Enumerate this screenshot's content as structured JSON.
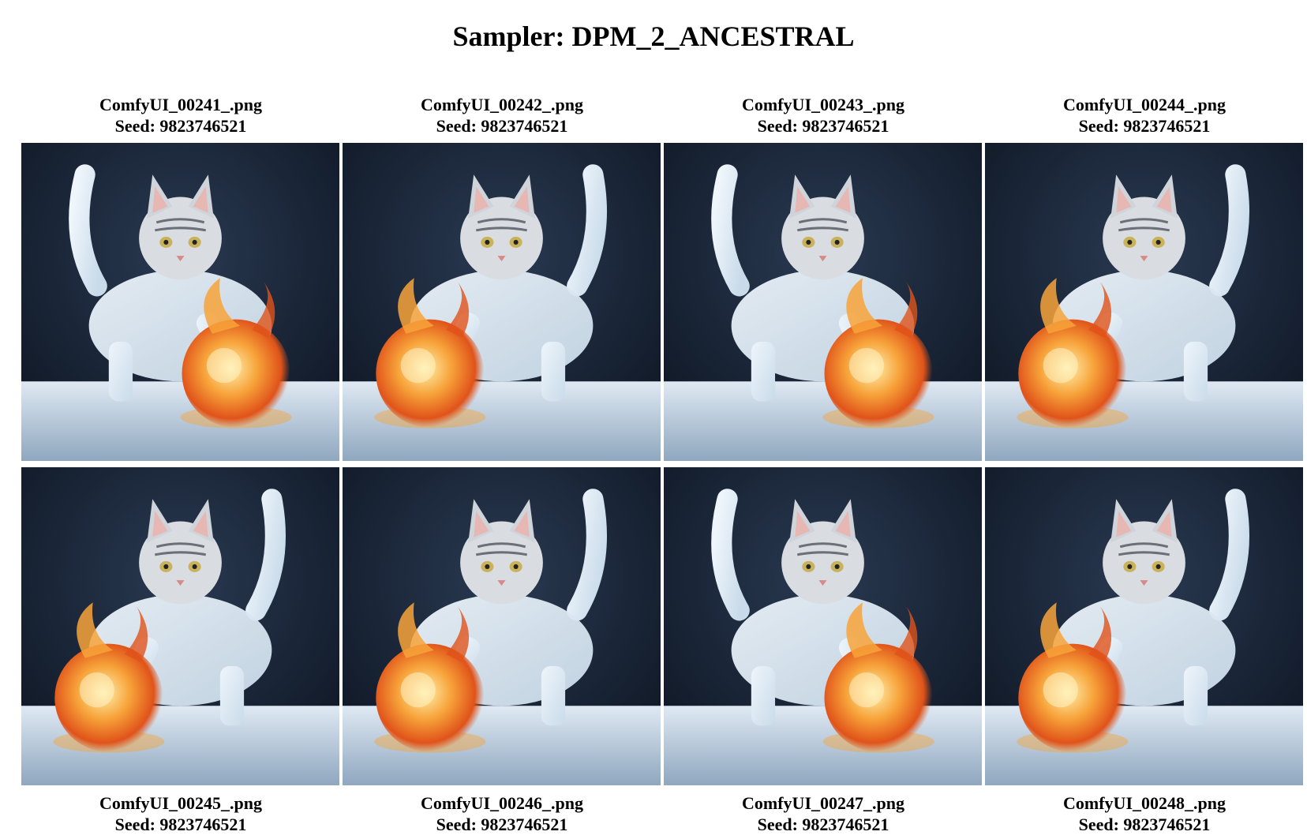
{
  "page": {
    "title": "Sampler: DPM_2_ANCESTRAL"
  },
  "images": [
    {
      "filename": "ComfyUI_00241_.png",
      "seed": "Seed: 9823746521",
      "ball_side": "right",
      "tail_side": "left"
    },
    {
      "filename": "ComfyUI_00242_.png",
      "seed": "Seed: 9823746521",
      "ball_side": "left",
      "tail_side": "right"
    },
    {
      "filename": "ComfyUI_00243_.png",
      "seed": "Seed: 9823746521",
      "ball_side": "right",
      "tail_side": "left"
    },
    {
      "filename": "ComfyUI_00244_.png",
      "seed": "Seed: 9823746521",
      "ball_side": "left",
      "tail_side": "right"
    },
    {
      "filename": "ComfyUI_00245_.png",
      "seed": "Seed: 9823746521",
      "ball_side": "left",
      "tail_side": "right"
    },
    {
      "filename": "ComfyUI_00246_.png",
      "seed": "Seed: 9823746521",
      "ball_side": "left",
      "tail_side": "right"
    },
    {
      "filename": "ComfyUI_00247_.png",
      "seed": "Seed: 9823746521",
      "ball_side": "right",
      "tail_side": "left"
    },
    {
      "filename": "ComfyUI_00248_.png",
      "seed": "Seed: 9823746521",
      "ball_side": "left",
      "tail_side": "right"
    }
  ],
  "colors": {
    "background_dark": "#0d1522",
    "ice": "#c9dbea",
    "fire_core": "#f7a33a",
    "fire_edge": "#e0531a"
  }
}
